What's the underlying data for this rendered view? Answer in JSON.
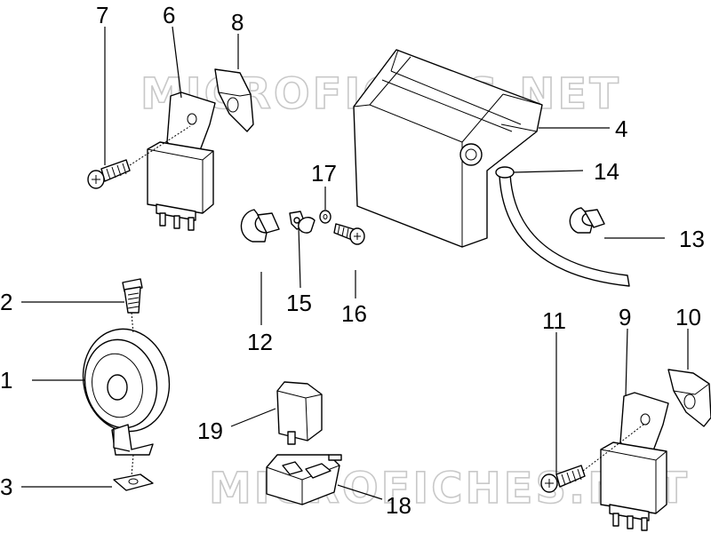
{
  "watermark_text": "MICROFICHES.NET",
  "callouts": [
    {
      "id": "1",
      "label": "1"
    },
    {
      "id": "2",
      "label": "2"
    },
    {
      "id": "3",
      "label": "3"
    },
    {
      "id": "4",
      "label": "4"
    },
    {
      "id": "5",
      "label": "6"
    },
    {
      "id": "6",
      "label": "7"
    },
    {
      "id": "7",
      "label": "8"
    },
    {
      "id": "8",
      "label": "9"
    },
    {
      "id": "9",
      "label": "10"
    },
    {
      "id": "10",
      "label": "11"
    },
    {
      "id": "11",
      "label": "12"
    },
    {
      "id": "12",
      "label": "13"
    },
    {
      "id": "13",
      "label": "14"
    },
    {
      "id": "14",
      "label": "15"
    },
    {
      "id": "15",
      "label": "16"
    },
    {
      "id": "16",
      "label": "17"
    },
    {
      "id": "17",
      "label": "18"
    },
    {
      "id": "18",
      "label": "19"
    }
  ],
  "parts": {
    "horn": "horn",
    "horn_bolt": "horn-bolt",
    "horn_nut": "horn-nut",
    "battery": "battery",
    "relay_top": "relay",
    "relay_bottom": "relay",
    "cable_clip": "cable-clip",
    "vent_tube": "vent-tube"
  }
}
